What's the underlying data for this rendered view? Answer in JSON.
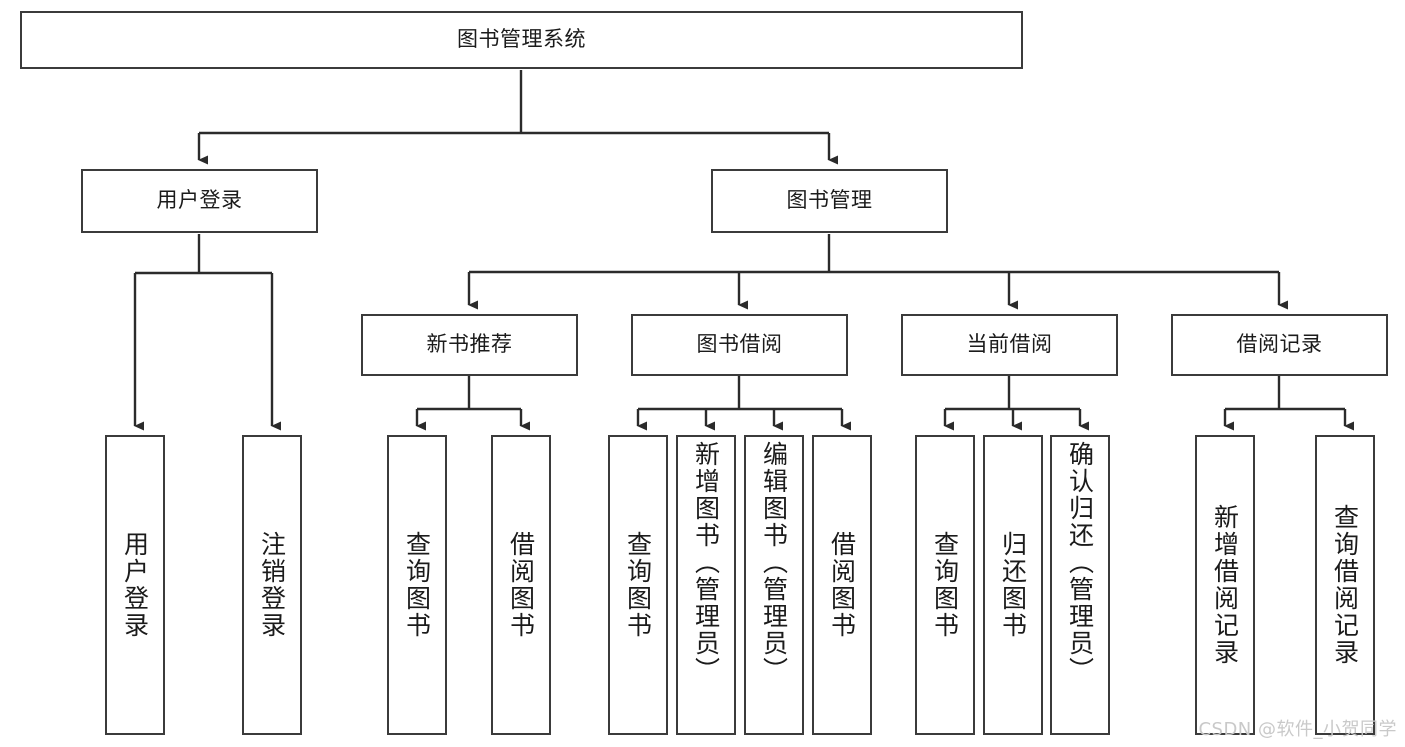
{
  "diagram": {
    "type": "tree-hierarchy",
    "title": "图书管理系统",
    "watermark": "CSDN @软件_小贺同学",
    "colors": {
      "box_border": "#3b3b3b",
      "box_fill": "#ffffff",
      "connector": "#2b2b2b",
      "text": "#1b1b1b",
      "watermark": "#c9c9c9"
    },
    "levels": {
      "root": {
        "label": "图书管理系统"
      },
      "level2": [
        {
          "id": "user-login",
          "label": "用户登录"
        },
        {
          "id": "book-management",
          "label": "图书管理"
        }
      ],
      "level3": [
        {
          "id": "new-book-recommend",
          "label": "新书推荐",
          "parent": "book-management"
        },
        {
          "id": "book-borrow",
          "label": "图书借阅",
          "parent": "book-management"
        },
        {
          "id": "current-borrow",
          "label": "当前借阅",
          "parent": "book-management"
        },
        {
          "id": "borrow-record",
          "label": "借阅记录",
          "parent": "book-management"
        }
      ],
      "leaves": [
        {
          "id": "leaf-user-login",
          "label": "用户登录",
          "parent": "user-login"
        },
        {
          "id": "leaf-logout-login",
          "label": "注销登录",
          "parent": "user-login"
        },
        {
          "id": "leaf-query-book-1",
          "label": "查询图书",
          "parent": "new-book-recommend"
        },
        {
          "id": "leaf-borrow-book-1",
          "label": "借阅图书",
          "parent": "new-book-recommend"
        },
        {
          "id": "leaf-query-book-2",
          "label": "查询图书",
          "parent": "book-borrow"
        },
        {
          "id": "leaf-add-book",
          "label": "新增图书（管理员）",
          "parent": "book-borrow"
        },
        {
          "id": "leaf-edit-book",
          "label": "编辑图书（管理员）",
          "parent": "book-borrow"
        },
        {
          "id": "leaf-borrow-book-2",
          "label": "借阅图书",
          "parent": "book-borrow"
        },
        {
          "id": "leaf-query-book-3",
          "label": "查询图书",
          "parent": "current-borrow"
        },
        {
          "id": "leaf-return-book",
          "label": "归还图书",
          "parent": "current-borrow"
        },
        {
          "id": "leaf-confirm-return",
          "label": "确认归还（管理员）",
          "parent": "current-borrow"
        },
        {
          "id": "leaf-add-record",
          "label": "新增借阅记录",
          "parent": "borrow-record"
        },
        {
          "id": "leaf-query-record",
          "label": "查询借阅记录",
          "parent": "borrow-record"
        }
      ]
    }
  }
}
